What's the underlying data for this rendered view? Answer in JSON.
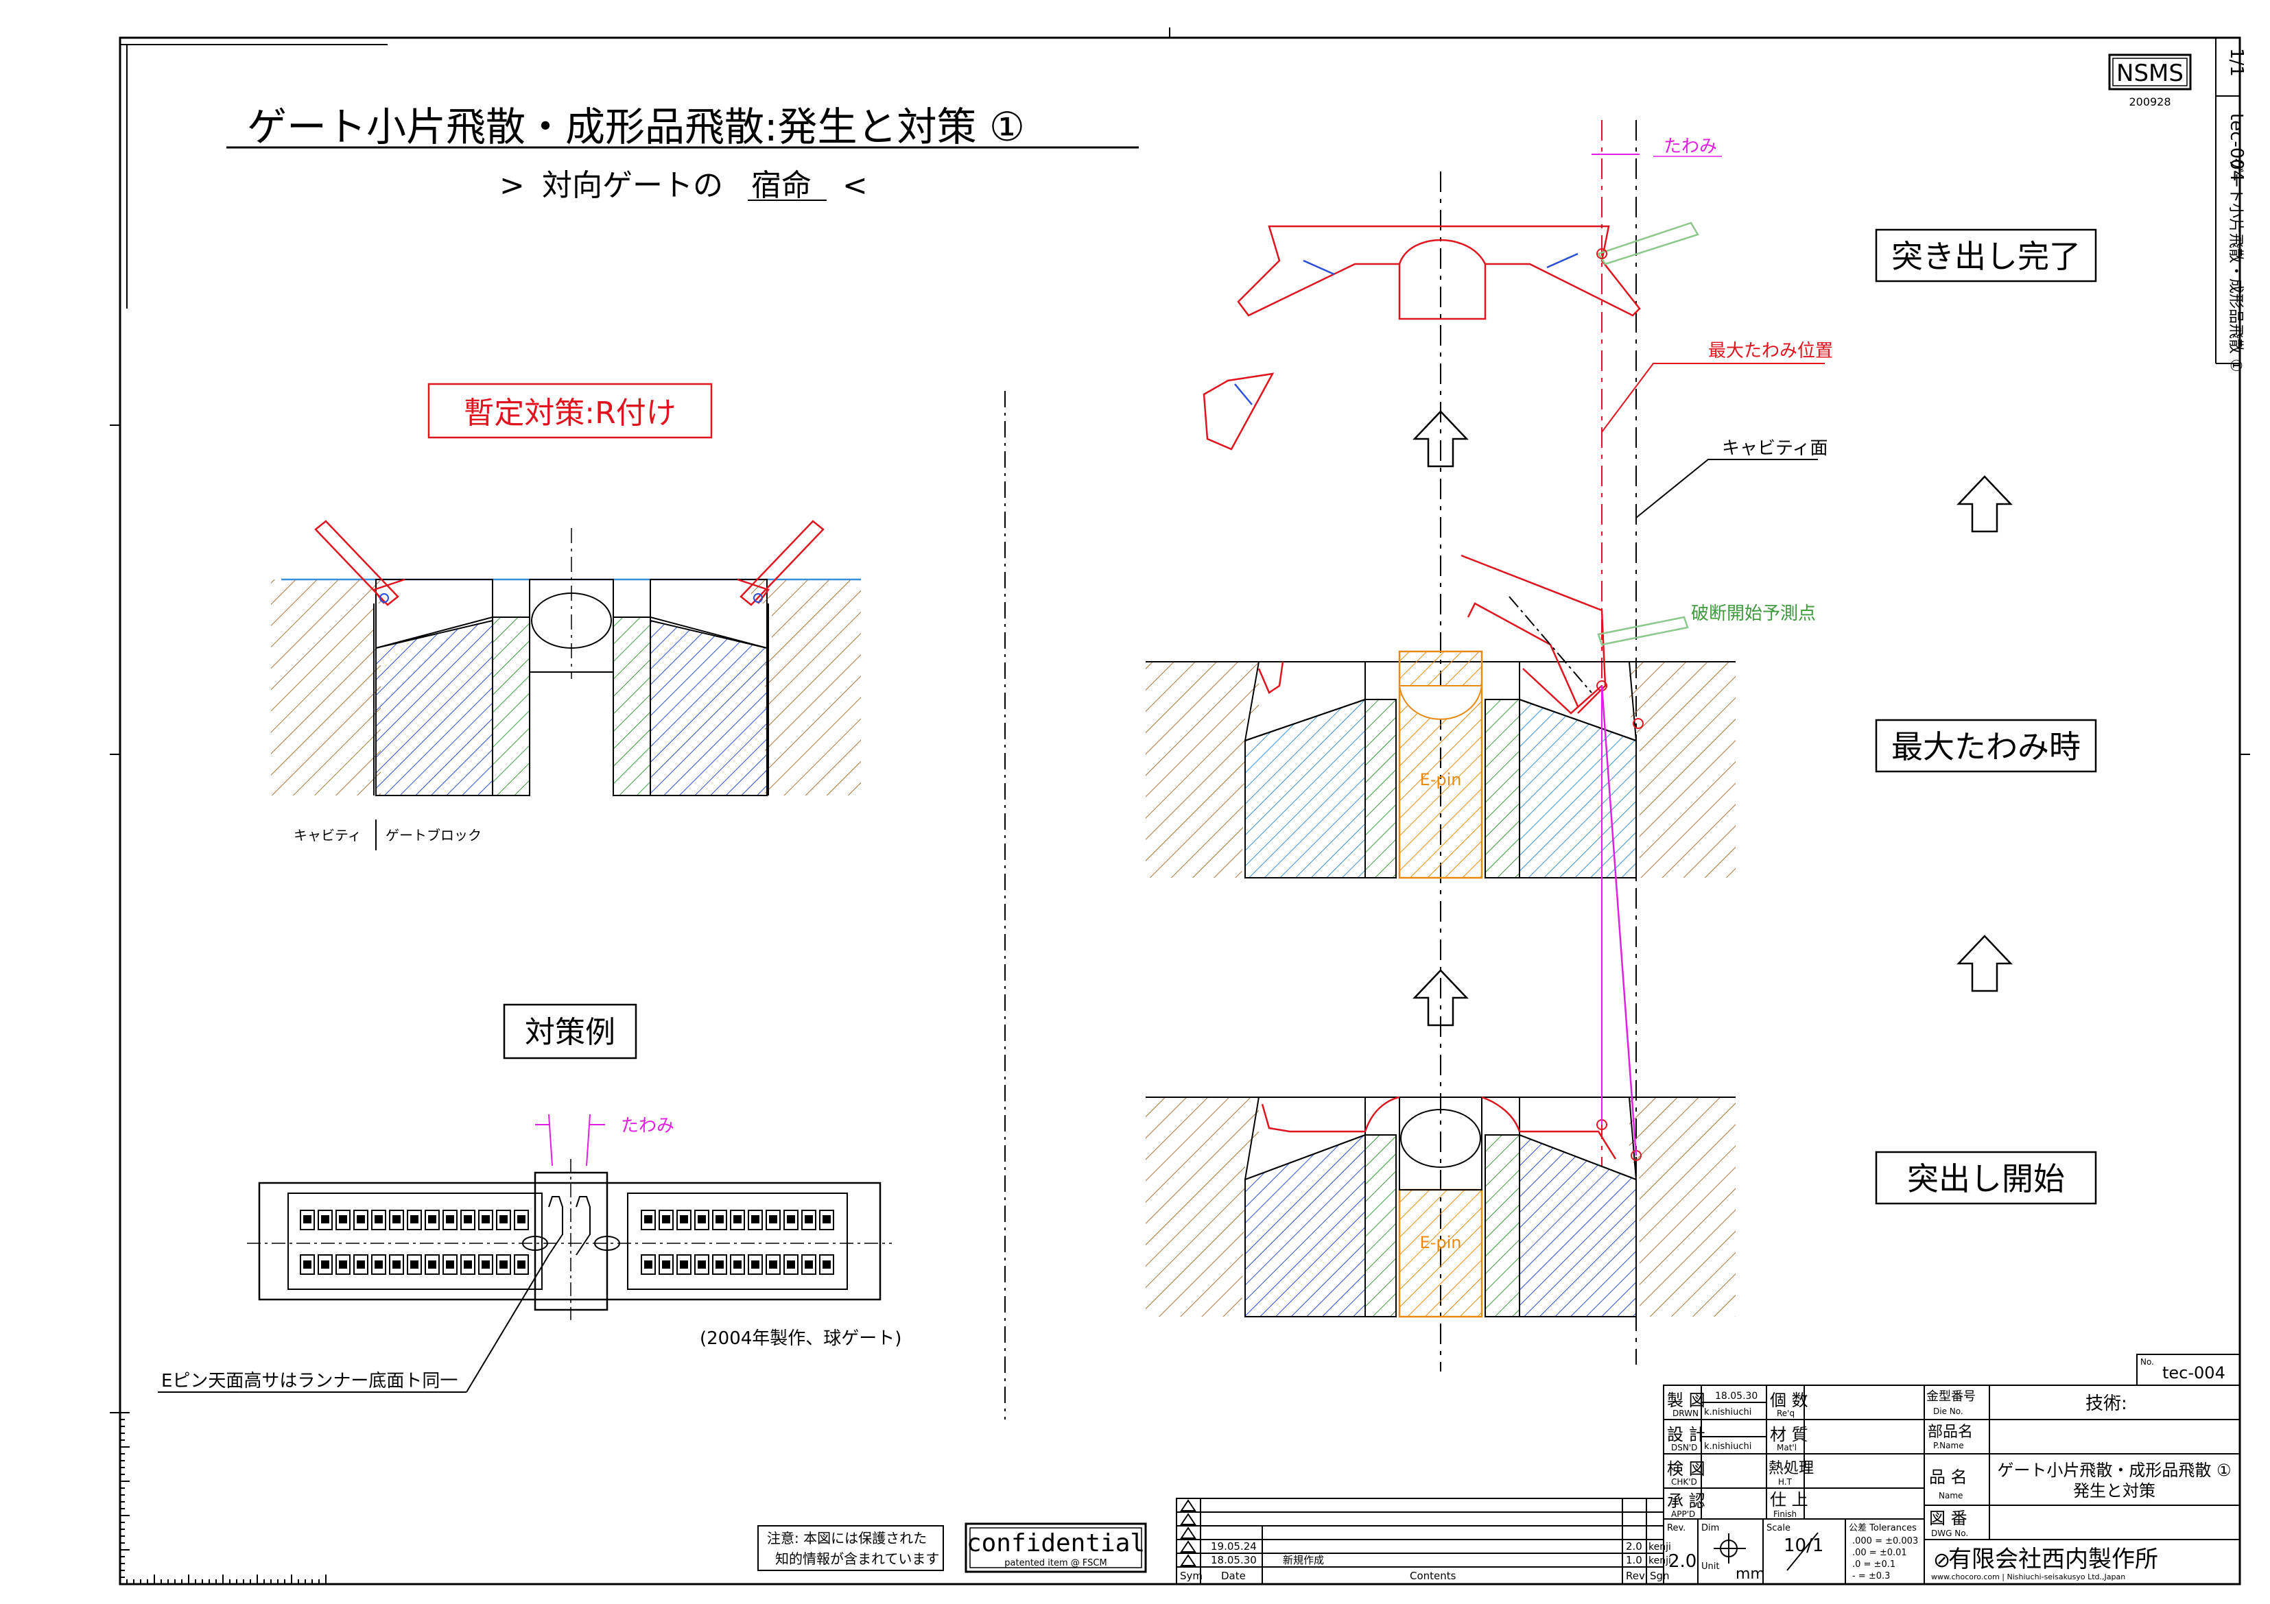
{
  "header": {
    "title": "ゲート小片飛散・成形品飛散:発生と対策 ①",
    "subtitle_prefix": ">",
    "subtitle_main": "対向ゲートの",
    "subtitle_underlined": "宿命",
    "subtitle_suffix": "<",
    "company_mark": "NSMS",
    "mark_date": "200928",
    "side_sheet": "1/1",
    "side_doc": "tec-004",
    "side_title": "ゲート小片飛散・成形品飛散 ①"
  },
  "left_panel": {
    "provisional_label": "暫定対策:R付け",
    "cavity_label": "キャビティ",
    "gate_block_label": "ゲートブロック",
    "example_label": "対策例",
    "deflection_label": "たわみ",
    "example_note": "(2004年製作、球ゲート)",
    "epin_note": "Eピン天面高サはランナー底面ト同一"
  },
  "right_panel": {
    "deflection_label": "たわみ",
    "max_deflection_position": "最大たわみ位置",
    "cavity_surface": "キャビティ面",
    "fracture_point": "破断開始予測点",
    "epin_label": "E-pin",
    "stage_complete": "突き出し完了",
    "stage_max": "最大たわみ時",
    "stage_start": "突出し開始"
  },
  "notice": {
    "line1": "注意: 本図には保護された",
    "line2": "知的情報が含まれています",
    "confidential": "confidential",
    "patented": "patented item @ FSCM"
  },
  "revisions": {
    "rows": [
      {
        "date": "19.05.24",
        "content": "",
        "rev": "2.0",
        "sign": "kenji"
      },
      {
        "date": "18.05.30",
        "content": "新規作成",
        "rev": "1.0",
        "sign": "kenji"
      }
    ],
    "head_sym": "Sym",
    "head_date": "Date",
    "head_contents": "Contents",
    "head_rev": "Rev",
    "head_sign": "Sgn"
  },
  "title_block": {
    "drawn_label": "製 図",
    "drawn_sub": "DRWN",
    "drawn_date": "18.05.30",
    "drawn_by": "k.nishiuchi",
    "design_label": "設 計",
    "design_sub": "DSN'D",
    "design_by": "k.nishiuchi",
    "check_label": "検 図",
    "check_sub": "CHK'D",
    "approve_label": "承 認",
    "approve_sub": "APP'D",
    "qty_label": "個 数",
    "qty_sub": "Re'q",
    "material_label": "材 質",
    "material_sub": "Mat'l",
    "heat_label": "熱処理",
    "heat_sub": "H.T",
    "finish_label": "仕 上",
    "finish_sub": "Finish",
    "die_label": "金型番号",
    "die_sub": "Die No.",
    "die_value": "技術:",
    "part_label": "部品名",
    "part_sub": "P.Name",
    "name_label": "品 名",
    "name_sub": "Name",
    "name_value_1": "ゲート小片飛散・成形品飛散 ①",
    "name_value_2": "発生と対策",
    "dwg_label": "図 番",
    "dwg_sub": "DWG No.",
    "no_label": "No.",
    "no_value": "tec-004",
    "rev_label": "Rev.",
    "rev_value": "2.0",
    "dim_label": "Dim",
    "unit_label": "Unit",
    "unit_value": "mm",
    "scale_label": "Scale",
    "scale_value": "10/1",
    "tol_label": "公差 Tolerances",
    "tol_1": ".000 = ±0.003",
    "tol_2": ".00 = ±0.01",
    "tol_3": ".0 = ±0.1",
    "tol_4": "- = ±0.3",
    "company": "有限会社西内製作所",
    "company_url": "www.chocoro.com | Nishiuchi-seisakusyo Ltd.,Japan"
  },
  "colors": {
    "red": "#e0141e",
    "blue": "#2a4fd6",
    "green": "#3d9a3d",
    "orange": "#e88a10",
    "brown": "#a8743c",
    "magenta": "#e020e0",
    "lightgreen": "#8cc88c",
    "sky": "#3a8fd8"
  }
}
